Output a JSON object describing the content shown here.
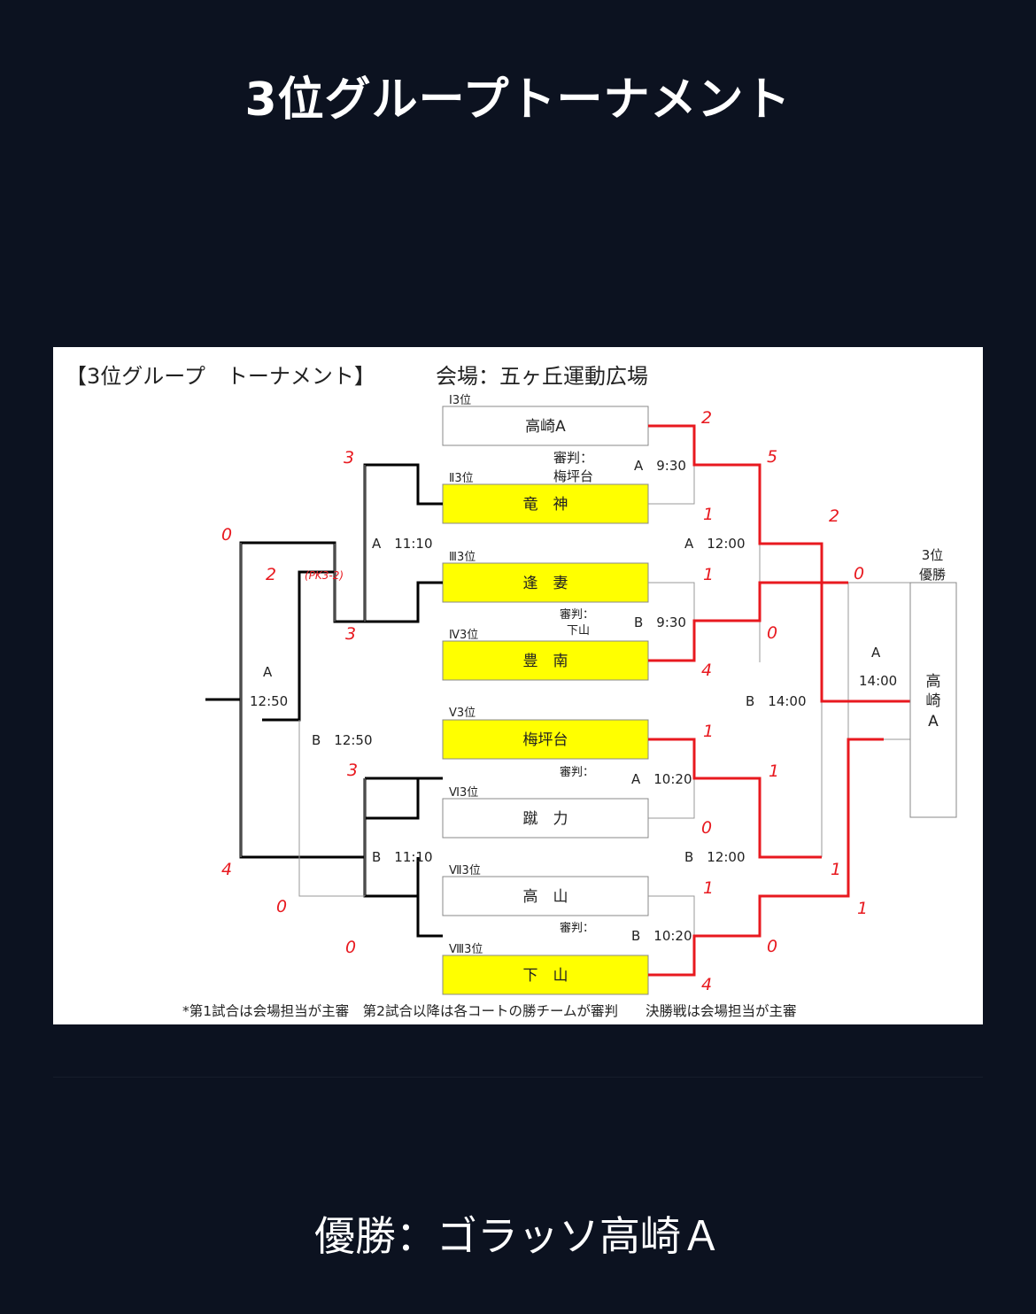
{
  "page": {
    "title": "3位グループトーナメント",
    "winner_text": "優勝：ゴラッソ高崎Ａ"
  },
  "bracket": {
    "header": "【3位グループ　トーナメント】",
    "venue": "会場：五ヶ丘運動広場",
    "footnote": "*第1試合は会場担当が主審　第2試合以降は各コートの勝チームが審判　　決勝戦は会場担当が主審",
    "colors": {
      "winner_line": "#e8191f",
      "highlight": "#ffff00",
      "line": "#000000"
    },
    "slots": [
      {
        "rank": "Ⅰ3位",
        "team": "高崎A",
        "highlight": false
      },
      {
        "rank": "Ⅱ3位",
        "team": "竜　神",
        "highlight": true
      },
      {
        "rank": "Ⅲ3位",
        "team": "逢　妻",
        "highlight": true
      },
      {
        "rank": "Ⅳ3位",
        "team": "豊　南",
        "highlight": true
      },
      {
        "rank": "Ⅴ3位",
        "team": "梅坪台",
        "highlight": true
      },
      {
        "rank": "Ⅵ3位",
        "team": "蹴　力",
        "highlight": false
      },
      {
        "rank": "Ⅶ3位",
        "team": "高　山",
        "highlight": false
      },
      {
        "rank": "Ⅷ3位",
        "team": "下　山",
        "highlight": true
      }
    ],
    "referees": {
      "r1_label": "審判：",
      "r1_name": "梅坪台",
      "r2_label": "審判：",
      "r2_name": "下山",
      "r3_label": "審判：",
      "r4_label": "審判："
    },
    "times": {
      "right_a_930": "A　9:30",
      "right_b_930": "B　9:30",
      "right_a_1020": "A　10:20",
      "right_b_1020": "B　10:20",
      "right_a_1200": "A　12:00",
      "right_b_1200": "B　12:00",
      "final_court": "A",
      "final_time": "14:00",
      "right_b_1400": "B　14:00",
      "left_a_1110": "A　11:10",
      "left_b_1110": "B　11:10",
      "left_a_court": "A",
      "left_a_1250": "12:50",
      "left_b_1250": "B　12:50"
    },
    "scores": {
      "r1_top": "2",
      "r1_bottom": "1",
      "r1_sf": "5",
      "r2_top": "1",
      "r2_bottom": "4",
      "r2_sf": "0",
      "r3_top": "1",
      "r3_bottom": "0",
      "r3_sf": "1",
      "r4_top": "1",
      "r4_bottom": "4",
      "r4_sf": "0",
      "sf_top_upper": "2",
      "sf_top_lower": "0",
      "sf_bot_upper": "1",
      "sf_bot_lower": "1",
      "l_top_upper": "3",
      "l_top_lower": "3",
      "l_bot_upper": "3",
      "l_bot_lower": "0",
      "l_mid_a": "0",
      "l_mid_b": "2",
      "pk": "(PK3-2)",
      "l_final_bottom": "4",
      "l_mid_c": "0"
    },
    "champion_label_1": "3位",
    "champion_label_2": "優勝",
    "champion_team": [
      "高",
      "崎",
      "A"
    ]
  }
}
